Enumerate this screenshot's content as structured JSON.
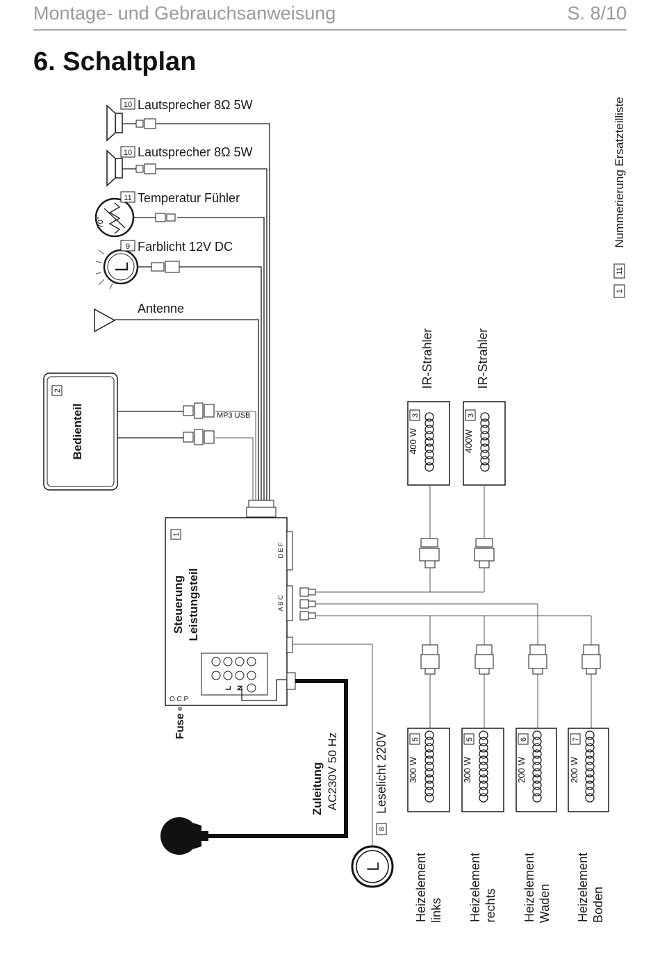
{
  "header": {
    "title": "Montage- und Gebrauchsanweisung",
    "page": "S. 8/10"
  },
  "section": {
    "title": "6. Schaltplan"
  },
  "legend": {
    "badge_from": "1",
    "badge_to": "11",
    "text": "Nummerierung  Ersatzteilliste"
  },
  "components": {
    "speaker1": {
      "num": "10",
      "label": "Lautsprecher 8Ω 5W"
    },
    "speaker2": {
      "num": "10",
      "label": "Lautsprecher 8Ω 5W"
    },
    "temp": {
      "num": "11",
      "label": "Temperatur Fühler",
      "value": "70°"
    },
    "light": {
      "num": "9",
      "label": "Farblicht 12V DC",
      "symbol": "L"
    },
    "antenna": {
      "label": "Antenne"
    },
    "panel": {
      "num": "2",
      "label": "Bedienteil",
      "port": "MP3 USB"
    },
    "controller": {
      "num": "1",
      "label_line1": "Steuerung",
      "label_line2": "Leistungsteil",
      "ports_top": "D  E  F",
      "ports_mid": "A  B  C",
      "ocp": "O.C.P",
      "terminal_l": "L",
      "terminal_n": "N"
    },
    "fuse": {
      "label": "Fuse"
    },
    "supply": {
      "label_line1": "Zuleitung",
      "label_line2": "AC230V  50 Hz"
    },
    "reading_light": {
      "num": "8",
      "label": "Leselicht 220V",
      "symbol": "L"
    },
    "ir1": {
      "num": "3",
      "watt": "400 W",
      "label": "IR-Strahler"
    },
    "ir2": {
      "num": "3",
      "watt": "400W",
      "label": "IR-Strahler"
    },
    "heat1": {
      "num": "5",
      "watt": "300 W",
      "label_line1": "Heizelement",
      "label_line2": "links"
    },
    "heat2": {
      "num": "5",
      "watt": "300 W",
      "label_line1": "Heizelement",
      "label_line2": "rechts"
    },
    "heat3": {
      "num": "6",
      "watt": "200 W",
      "label_line1": "Heizelement",
      "label_line2": "Waden"
    },
    "heat4": {
      "num": "7",
      "watt": "200 W",
      "label_line1": "Heizelement",
      "label_line2": "Boden"
    }
  }
}
